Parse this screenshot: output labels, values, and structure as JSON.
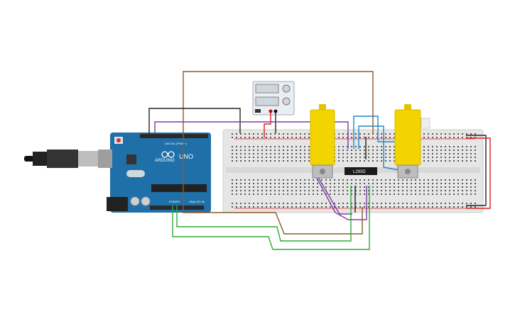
{
  "workspace": {
    "background": "#ffffff"
  },
  "arduino": {
    "logo_text": "UNO",
    "brand_text": "ARDUINO",
    "digital_label": "DIGITAL (PWM~)",
    "power_label": "POWER",
    "analog_label": "ANALOG IN",
    "board_color": "#1f6fa8",
    "icon": "arduino-board-icon"
  },
  "usb_cable": {
    "icon": "usb-plug-icon"
  },
  "power_supply": {
    "icon": "dc-power-supply-icon"
  },
  "motor_driver": {
    "chip_label": "L293D"
  },
  "motors": {
    "count": 2,
    "color": "#f2d500",
    "icon": "dc-gear-motor-icon"
  },
  "breadboard": {
    "icon": "breadboard-icon",
    "color": "#e8e8e8"
  },
  "wire_colors": {
    "brown": "#8b5a2b",
    "black": "#222222",
    "purple": "#7b3fa0",
    "blue": "#1e88c8",
    "green": "#2eaa3a",
    "red": "#d62020"
  }
}
